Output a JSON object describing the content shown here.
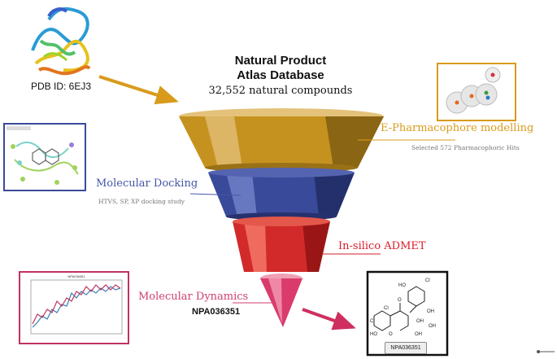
{
  "title": "Natural Product\nAtlas Database",
  "title_line1": "Natural Product",
  "title_line2": "Atlas Database",
  "subtitle": "32,552 natural compounds",
  "protein_label": "PDB ID: 6EJ3",
  "stages": [
    {
      "label": "E-Pharmacophore modelling",
      "detail": "Selected 572 Pharmacophoric Hits",
      "color": "#d89b1c"
    },
    {
      "label": "Molecular Docking",
      "detail": "HTVS, SP, XP docking study",
      "color": "#4556a6"
    },
    {
      "label": "In-silico ADMET",
      "color": "#d81c2a"
    },
    {
      "label": "Molecular Dynamics",
      "color": "#cf3f6d"
    }
  ],
  "hit_compound": "NPA036351",
  "structure_labels": {
    "chip": "NPA036351",
    "atoms": [
      "HO",
      "Cl",
      "O",
      "OH",
      "Cl",
      "Cl",
      "HO",
      "OH",
      "O",
      "OH",
      "OH"
    ]
  },
  "plot_inset": {
    "title": "NPA036351",
    "line_colors": [
      "#c0335e",
      "#3a7fb3"
    ]
  },
  "colors": {
    "gold": "#d89b1c",
    "blue": "#3a4a9a",
    "red": "#d22a2a",
    "pink": "#d93c6c"
  }
}
